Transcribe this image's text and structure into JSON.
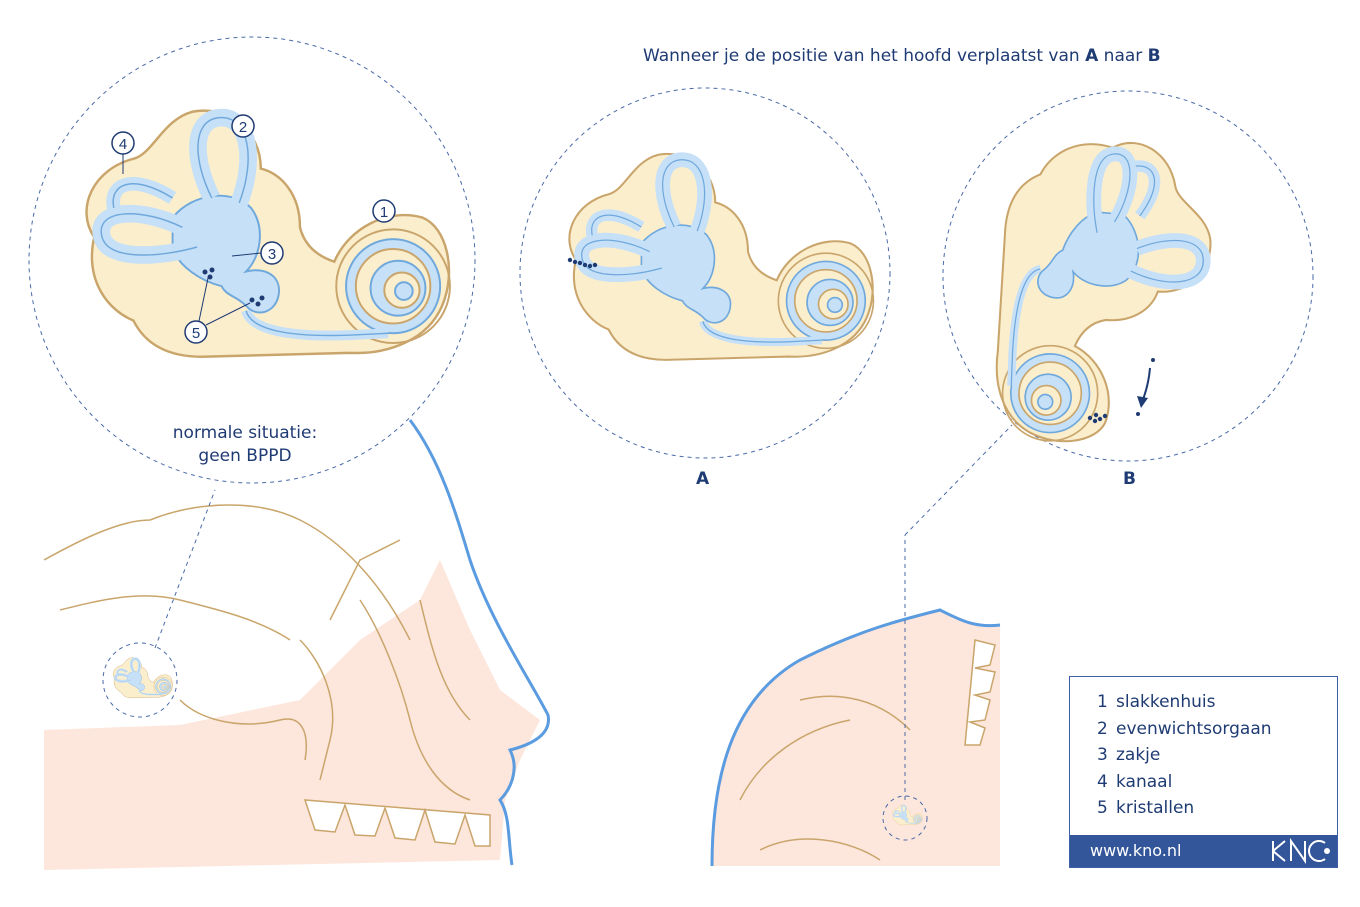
{
  "headline": {
    "prefix": "Wanneer je de positie van het hoofd verplaatst van ",
    "a": "A",
    "middle": " naar ",
    "b": "B"
  },
  "normal_caption": {
    "line1": "normale situatie:",
    "line2": "geen BPPD"
  },
  "position_labels": {
    "a": "A",
    "b": "B"
  },
  "callouts": [
    "1",
    "2",
    "3",
    "4",
    "5"
  ],
  "legend": {
    "items": [
      {
        "num": "1",
        "label": "slakkenhuis"
      },
      {
        "num": "2",
        "label": "evenwichtsorgaan"
      },
      {
        "num": "3",
        "label": "zakje"
      },
      {
        "num": "4",
        "label": "kanaal"
      },
      {
        "num": "5",
        "label": "kristallen"
      }
    ],
    "footer_url": "www.kno.nl",
    "logo_text": "KNO"
  },
  "colors": {
    "text": "#1f3b73",
    "bone_outline": "#c9a56b",
    "bone_fill": "#fbeecd",
    "fluid_fill": "#c6e0f7",
    "fluid_outline": "#6fa8dc",
    "skin_fill": "#fde6dc",
    "skin_outline": "#5b9be0",
    "legend_footer": "#33569b",
    "dashed_circle": "#4a6aa8"
  }
}
